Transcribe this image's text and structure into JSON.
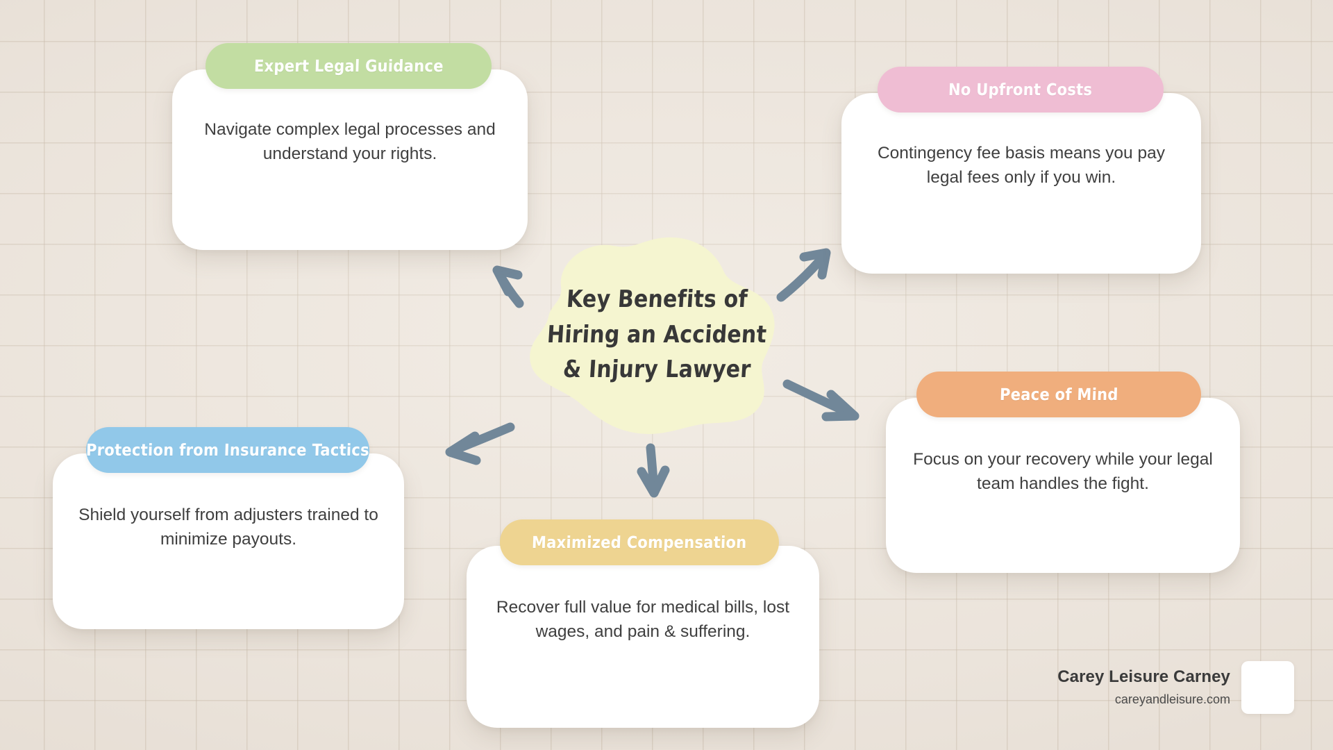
{
  "title": "Key Benefits of Hiring an Accident & Injury Lawyer",
  "center": {
    "lines": [
      "Key Benefits of",
      "Hiring an Accident",
      "& Injury Lawyer"
    ],
    "fill_color": "#f5f5d0"
  },
  "background": {
    "color": "#ece5dd",
    "grid_color": "#c4b7a7"
  },
  "arrow_color": "#718799",
  "cards": [
    {
      "id": "expert",
      "header": "Expert Legal Guidance",
      "body": "Navigate complex legal processes and understand your rights.",
      "accent": "#c2dda2"
    },
    {
      "id": "noupfront",
      "header": "No Upfront Costs",
      "body": "Contingency fee basis means you pay legal fees only if you win.",
      "accent": "#efbdd3"
    },
    {
      "id": "protection",
      "header": "Protection from Insurance Tactics",
      "body": "Shield yourself from adjusters trained to minimize payouts.",
      "accent": "#91c8e9"
    },
    {
      "id": "maximized",
      "header": "Maximized Compensation",
      "body": "Recover full value for medical bills, lost wages, and pain & suffering.",
      "accent": "#eed491"
    },
    {
      "id": "peace",
      "header": "Peace of Mind",
      "body": "Focus on your recovery while your legal team handles the fight.",
      "accent": "#f0ae7d"
    }
  ],
  "branding": {
    "name": "Carey Leisure Carney",
    "url": "careyandleisure.com"
  }
}
